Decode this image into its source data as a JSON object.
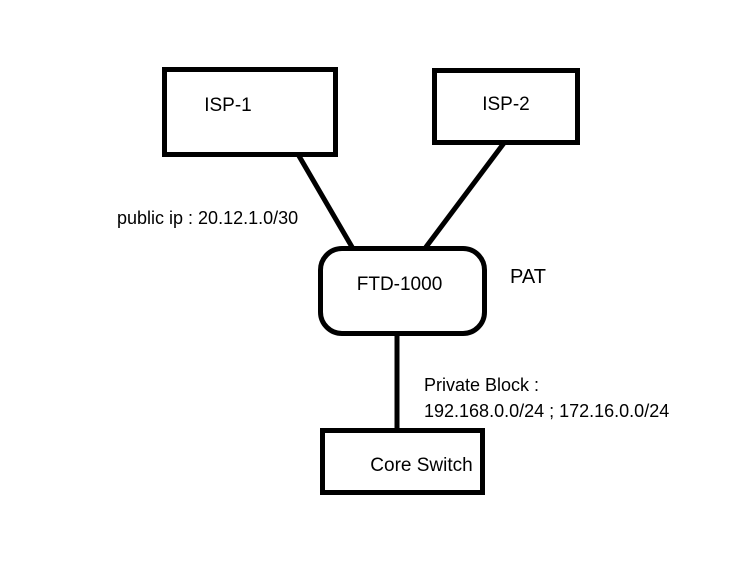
{
  "nodes": {
    "isp1": {
      "label": "ISP-1"
    },
    "isp2": {
      "label": "ISP-2"
    },
    "ftd": {
      "label": "FTD-1000"
    },
    "core_switch": {
      "label": "Core Switch"
    }
  },
  "annotations": {
    "public_ip": "public ip : 20.12.1.0/30",
    "pat": "PAT",
    "private_block_line1": "Private Block :",
    "private_block_line2": "192.168.0.0/24 ; 172.16.0.0/24"
  },
  "links": [
    {
      "from": "ISP-1",
      "to": "FTD-1000"
    },
    {
      "from": "ISP-2",
      "to": "FTD-1000"
    },
    {
      "from": "FTD-1000",
      "to": "Core Switch"
    }
  ],
  "colors": {
    "background": "#ffffff",
    "stroke": "#000000",
    "text": "#000000"
  }
}
